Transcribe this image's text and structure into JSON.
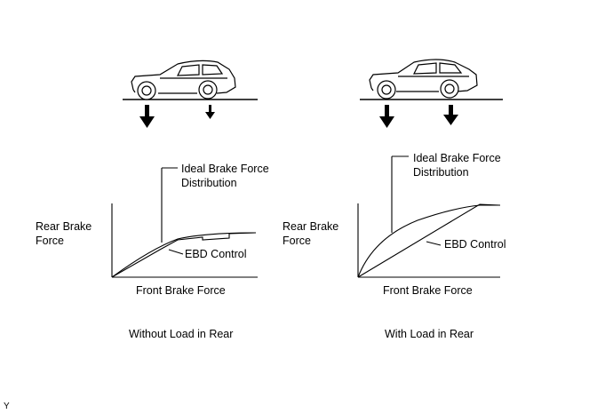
{
  "left_panel": {
    "ideal_label": "Ideal Brake Force\nDistribution",
    "y_axis_label": "Rear Brake\nForce",
    "ebd_label": "EBD Control",
    "x_axis_label": "Front Brake Force",
    "caption": "Without Load in Rear"
  },
  "right_panel": {
    "ideal_label": "Ideal Brake Force\nDistribution",
    "y_axis_label": "Rear Brake\nForce",
    "ebd_label": "EBD Control",
    "x_axis_label": "Front Brake Force",
    "caption": "With Load in Rear"
  },
  "corner_mark": "Y"
}
